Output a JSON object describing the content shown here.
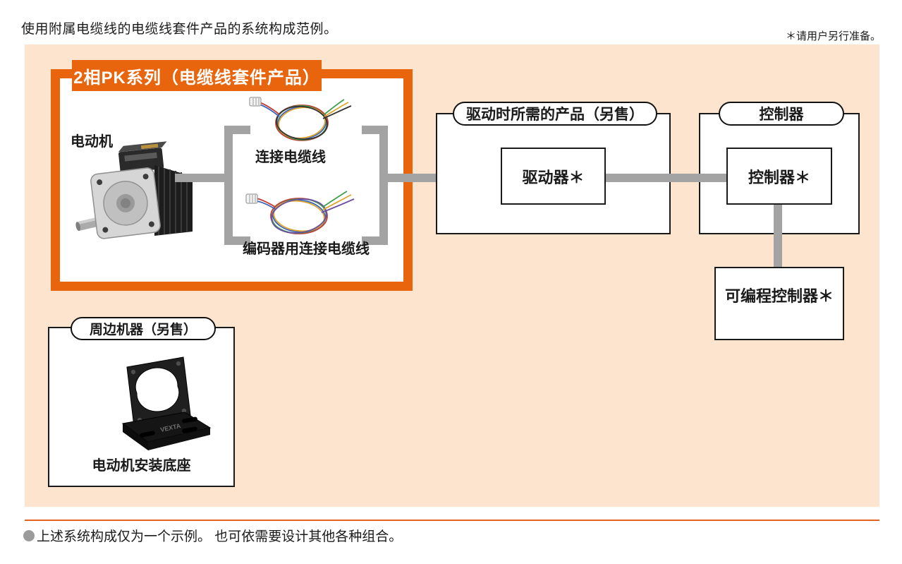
{
  "header": {
    "intro_text": "使用附属电缆线的电缆线套件产品的系统构成范例。",
    "note_text": "＊请用户另行准备。"
  },
  "pk_section": {
    "title": "2相PK系列（电缆线套件产品）",
    "motor_label": "电动机",
    "cable1_label": "连接电缆线",
    "cable2_label": "编码器用连接电缆线"
  },
  "driver_section": {
    "title": "驱动时所需的产品（另售）",
    "box_label": "驱动器＊"
  },
  "controller_section": {
    "title": "控制器",
    "box_label": "控制器＊",
    "plc_label": "可编程控制器＊"
  },
  "peripheral_section": {
    "title": "周边机器（另售）",
    "item_label": "电动机安装底座",
    "brand_mark": "VEXTA"
  },
  "footer": {
    "note_text": "上述系统构成仅为一个示例。 也可依需要设计其他各种组合。"
  },
  "colors": {
    "accent_orange": "#e8650e",
    "panel_peach": "#fce4cf",
    "connector_gray": "#a3a3a3",
    "footer_rule_orange": "#e2611c"
  },
  "icons": {
    "motor_image": "stepper-motor-photo",
    "cable1_image": "connection-cable-photo",
    "cable2_image": "encoder-connection-cable-photo",
    "bracket_image": "motor-mounting-bracket-photo"
  }
}
